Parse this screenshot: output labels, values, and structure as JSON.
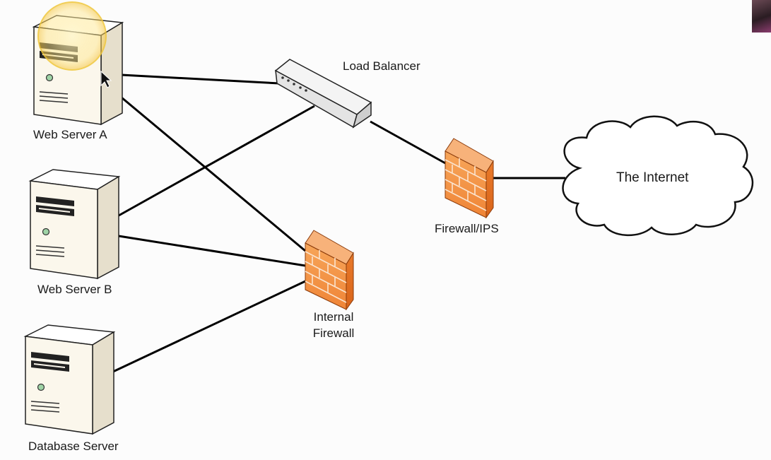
{
  "nodes": {
    "web_server_a": "Web Server A",
    "web_server_b": "Web Server B",
    "database_server": "Database Server",
    "load_balancer": "Load Balancer",
    "firewall_ips": "Firewall/IPS",
    "internal_firewall_line1": "Internal",
    "internal_firewall_line2": "Firewall",
    "internet": "The Internet"
  },
  "icons": {
    "server": "server-tower-icon",
    "load_balancer": "load-balancer-appliance-icon",
    "firewall": "brick-firewall-icon",
    "cloud": "cloud-icon",
    "cursor": "mouse-pointer-icon"
  },
  "colors": {
    "connector": "#000000",
    "server_body": "#fbf7ec",
    "firewall_face": "#f29248",
    "highlight": "#ffe680"
  }
}
